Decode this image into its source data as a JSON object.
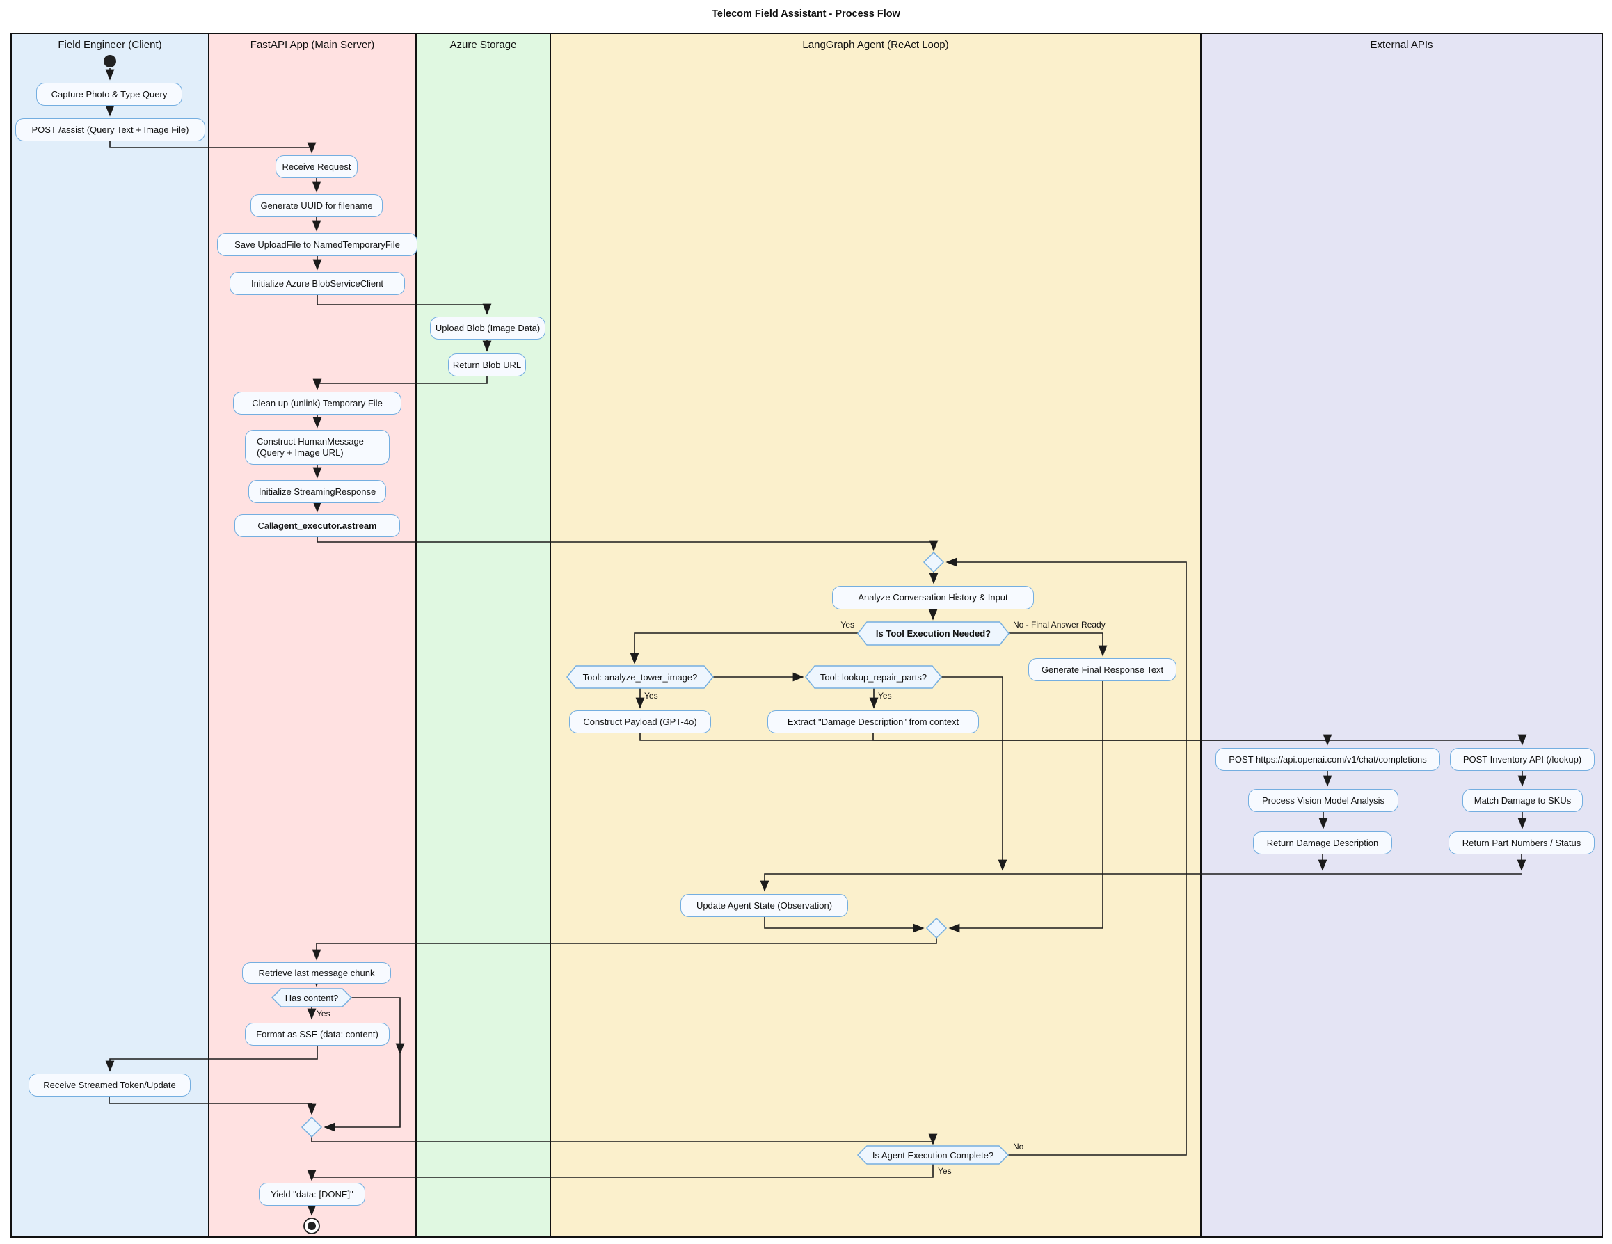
{
  "title": "Telecom Field Assistant - Process Flow",
  "lanes": [
    {
      "label": "Field Engineer (Client)",
      "color": "#E1EEFA"
    },
    {
      "label": "FastAPI App (Main Server)",
      "color": "#FFE1E1"
    },
    {
      "label": "Azure Storage",
      "color": "#E0F8E1"
    },
    {
      "label": "LangGraph Agent (ReAct Loop)",
      "color": "#FBF0CC"
    },
    {
      "label": "External APIs",
      "color": "#E4E4F4"
    }
  ],
  "colors": {
    "node_fill": "#F7FAFF",
    "node_border": "#74AEE0",
    "line": "#1B1B1B"
  },
  "nodes": {
    "capture": "Capture Photo & Type Query",
    "post_assist": "POST /assist (Query Text + Image File)",
    "receive_req": "Receive Request",
    "gen_uuid": "Generate UUID for filename",
    "save_upload": "Save UploadFile to NamedTemporaryFile",
    "init_blob": "Initialize Azure BlobServiceClient",
    "upload_blob": "Upload Blob (Image Data)",
    "return_blob": "Return Blob URL",
    "cleanup": "Clean up (unlink) Temporary File",
    "construct_hm_l1": "Construct HumanMessage",
    "construct_hm_l2": "(Query + Image URL)",
    "init_stream": "Initialize StreamingResponse",
    "call_prefix": "Call ",
    "call_code": "agent_executor.astream",
    "analyze_conv": "Analyze Conversation History & Input",
    "iten_hex": "Is Tool Execution Needed?",
    "tool_analyze_hex": "Tool: analyze_tower_image?",
    "tool_lookup_hex": "Tool: lookup_repair_parts?",
    "construct_payload": "Construct Payload (GPT-4o)",
    "extract_damage": "Extract \"Damage Description\" from context",
    "gen_final": "Generate Final Response Text",
    "post_openai": "POST https://api.openai.com/v1/chat/completions",
    "post_inventory": "POST Inventory API (/lookup)",
    "process_vision": "Process Vision Model Analysis",
    "match_skus": "Match Damage to SKUs",
    "return_damage": "Return Damage Description",
    "return_parts": "Return Part Numbers / Status",
    "update_state": "Update Agent State (Observation)",
    "retrieve_chunk": "Retrieve last message chunk",
    "has_content_hex": "Has content?",
    "format_sse": "Format as SSE (data: content)",
    "receive_stream": "Receive Streamed Token/Update",
    "agent_complete_hex": "Is Agent Execution Complete?",
    "yield_done": "Yield \"data: [DONE]\""
  },
  "edge_labels": {
    "yes_tool": "Yes",
    "no_final": "No - Final Answer Ready",
    "yes_analyze": "Yes",
    "yes_lookup": "Yes",
    "yes_content": "Yes",
    "no_complete": "No",
    "yes_complete": "Yes"
  }
}
